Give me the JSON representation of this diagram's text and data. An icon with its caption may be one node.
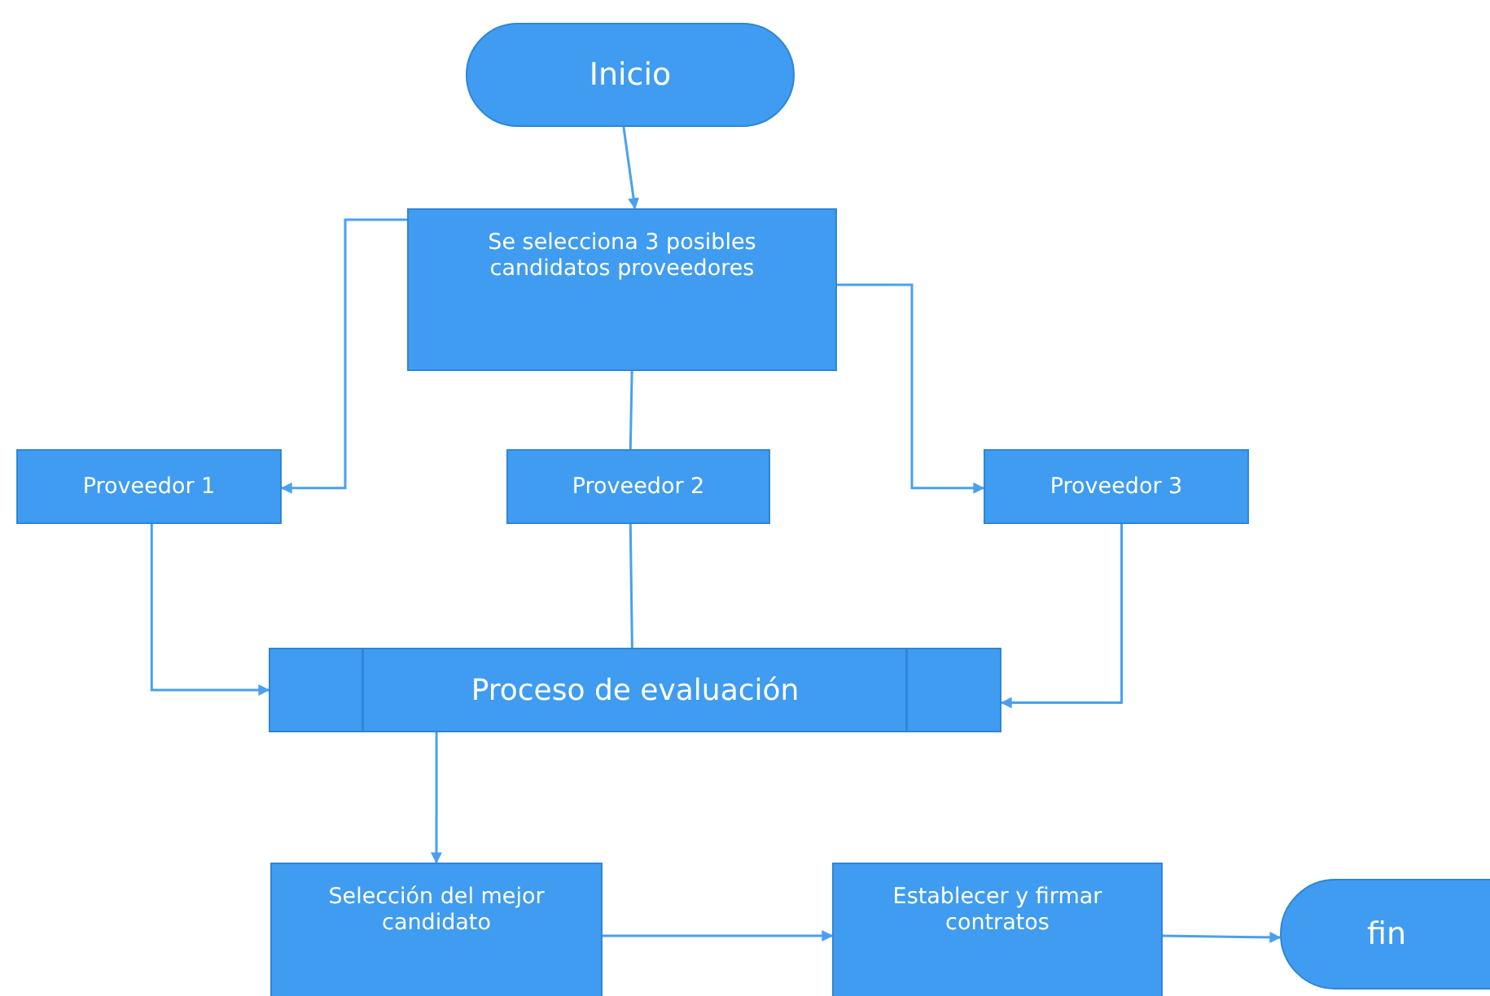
{
  "diagram": {
    "nodes": [
      {
        "text": [
          "Inicio"
        ]
      },
      {
        "text": [
          "Se selecciona 3 posibles candidatos proveedores"
        ]
      },
      {
        "text": [
          "Proveedor 1"
        ]
      },
      {
        "text": [
          "Proveedor 2"
        ]
      },
      {
        "text": [
          "Proveedor 3"
        ]
      },
      {
        "text": [
          "Proceso de evaluación"
        ]
      },
      {
        "text": [
          "Selección del mejor candidato"
        ]
      },
      {
        "text": [
          "Establecer y firmar contratos"
        ]
      },
      {
        "text": [
          "fin"
        ]
      }
    ],
    "edges": [
      {
        "from": 0,
        "to": 1,
        "arrow": "to"
      },
      {
        "from": 1,
        "to": 2,
        "arrow": "to"
      },
      {
        "from": 1,
        "to": 3,
        "arrow": "none"
      },
      {
        "from": 1,
        "to": 4,
        "arrow": "to"
      },
      {
        "from": 2,
        "to": 5,
        "arrow": "to"
      },
      {
        "from": 3,
        "to": 5,
        "arrow": "none"
      },
      {
        "from": 4,
        "to": 5,
        "arrow": "to"
      },
      {
        "from": 5,
        "to": 6,
        "arrow": "to"
      },
      {
        "from": 6,
        "to": 7,
        "arrow": "to"
      },
      {
        "from": 7,
        "to": 8,
        "arrow": "to"
      }
    ]
  }
}
